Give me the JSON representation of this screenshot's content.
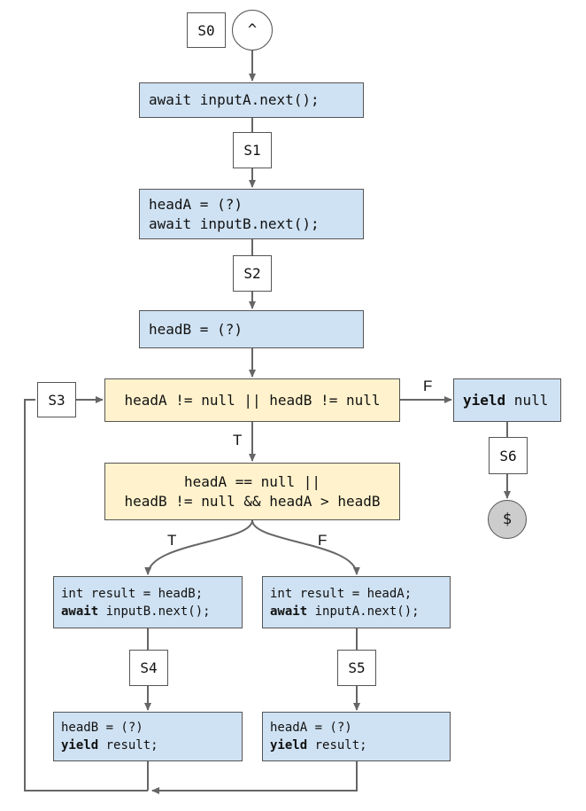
{
  "states": {
    "s0": "S0",
    "s1": "S1",
    "s2": "S2",
    "s3": "S3",
    "s4": "S4",
    "s5": "S5",
    "s6": "S6"
  },
  "start_symbol": "^",
  "end_symbol": "$",
  "boxes": {
    "await_a": "await inputA.next();",
    "head_a_1": "headA = (?)",
    "head_a_2": "await inputB.next();",
    "head_b": "headB = (?)",
    "loop_cond": "headA != null || headB != null",
    "cmp_1": "headA == null ||",
    "cmp_2": "headB != null && headA > headB",
    "yield_null_kw": "yield",
    "yield_null_rest": " null",
    "left_1": "int result = headB;",
    "left_2_kw": "await",
    "left_2_rest": " inputB.next();",
    "right_1": "int result = headA;",
    "right_2_kw": "await",
    "right_2_rest": " inputA.next();",
    "left_bot_1": "headB = (?)",
    "left_bot_2_kw": "yield",
    "left_bot_2_rest": " result;",
    "right_bot_1": "headA = (?)",
    "right_bot_2_kw": "yield",
    "right_bot_2_rest": " result;"
  },
  "branch_labels": {
    "loop_false": "F",
    "loop_true": "T",
    "cmp_true": "T",
    "cmp_false": "F"
  },
  "colors": {
    "statement_fill": "#cfe2f3",
    "condition_fill": "#fff2cc",
    "end_fill": "#cccccc",
    "line": "#666666"
  }
}
